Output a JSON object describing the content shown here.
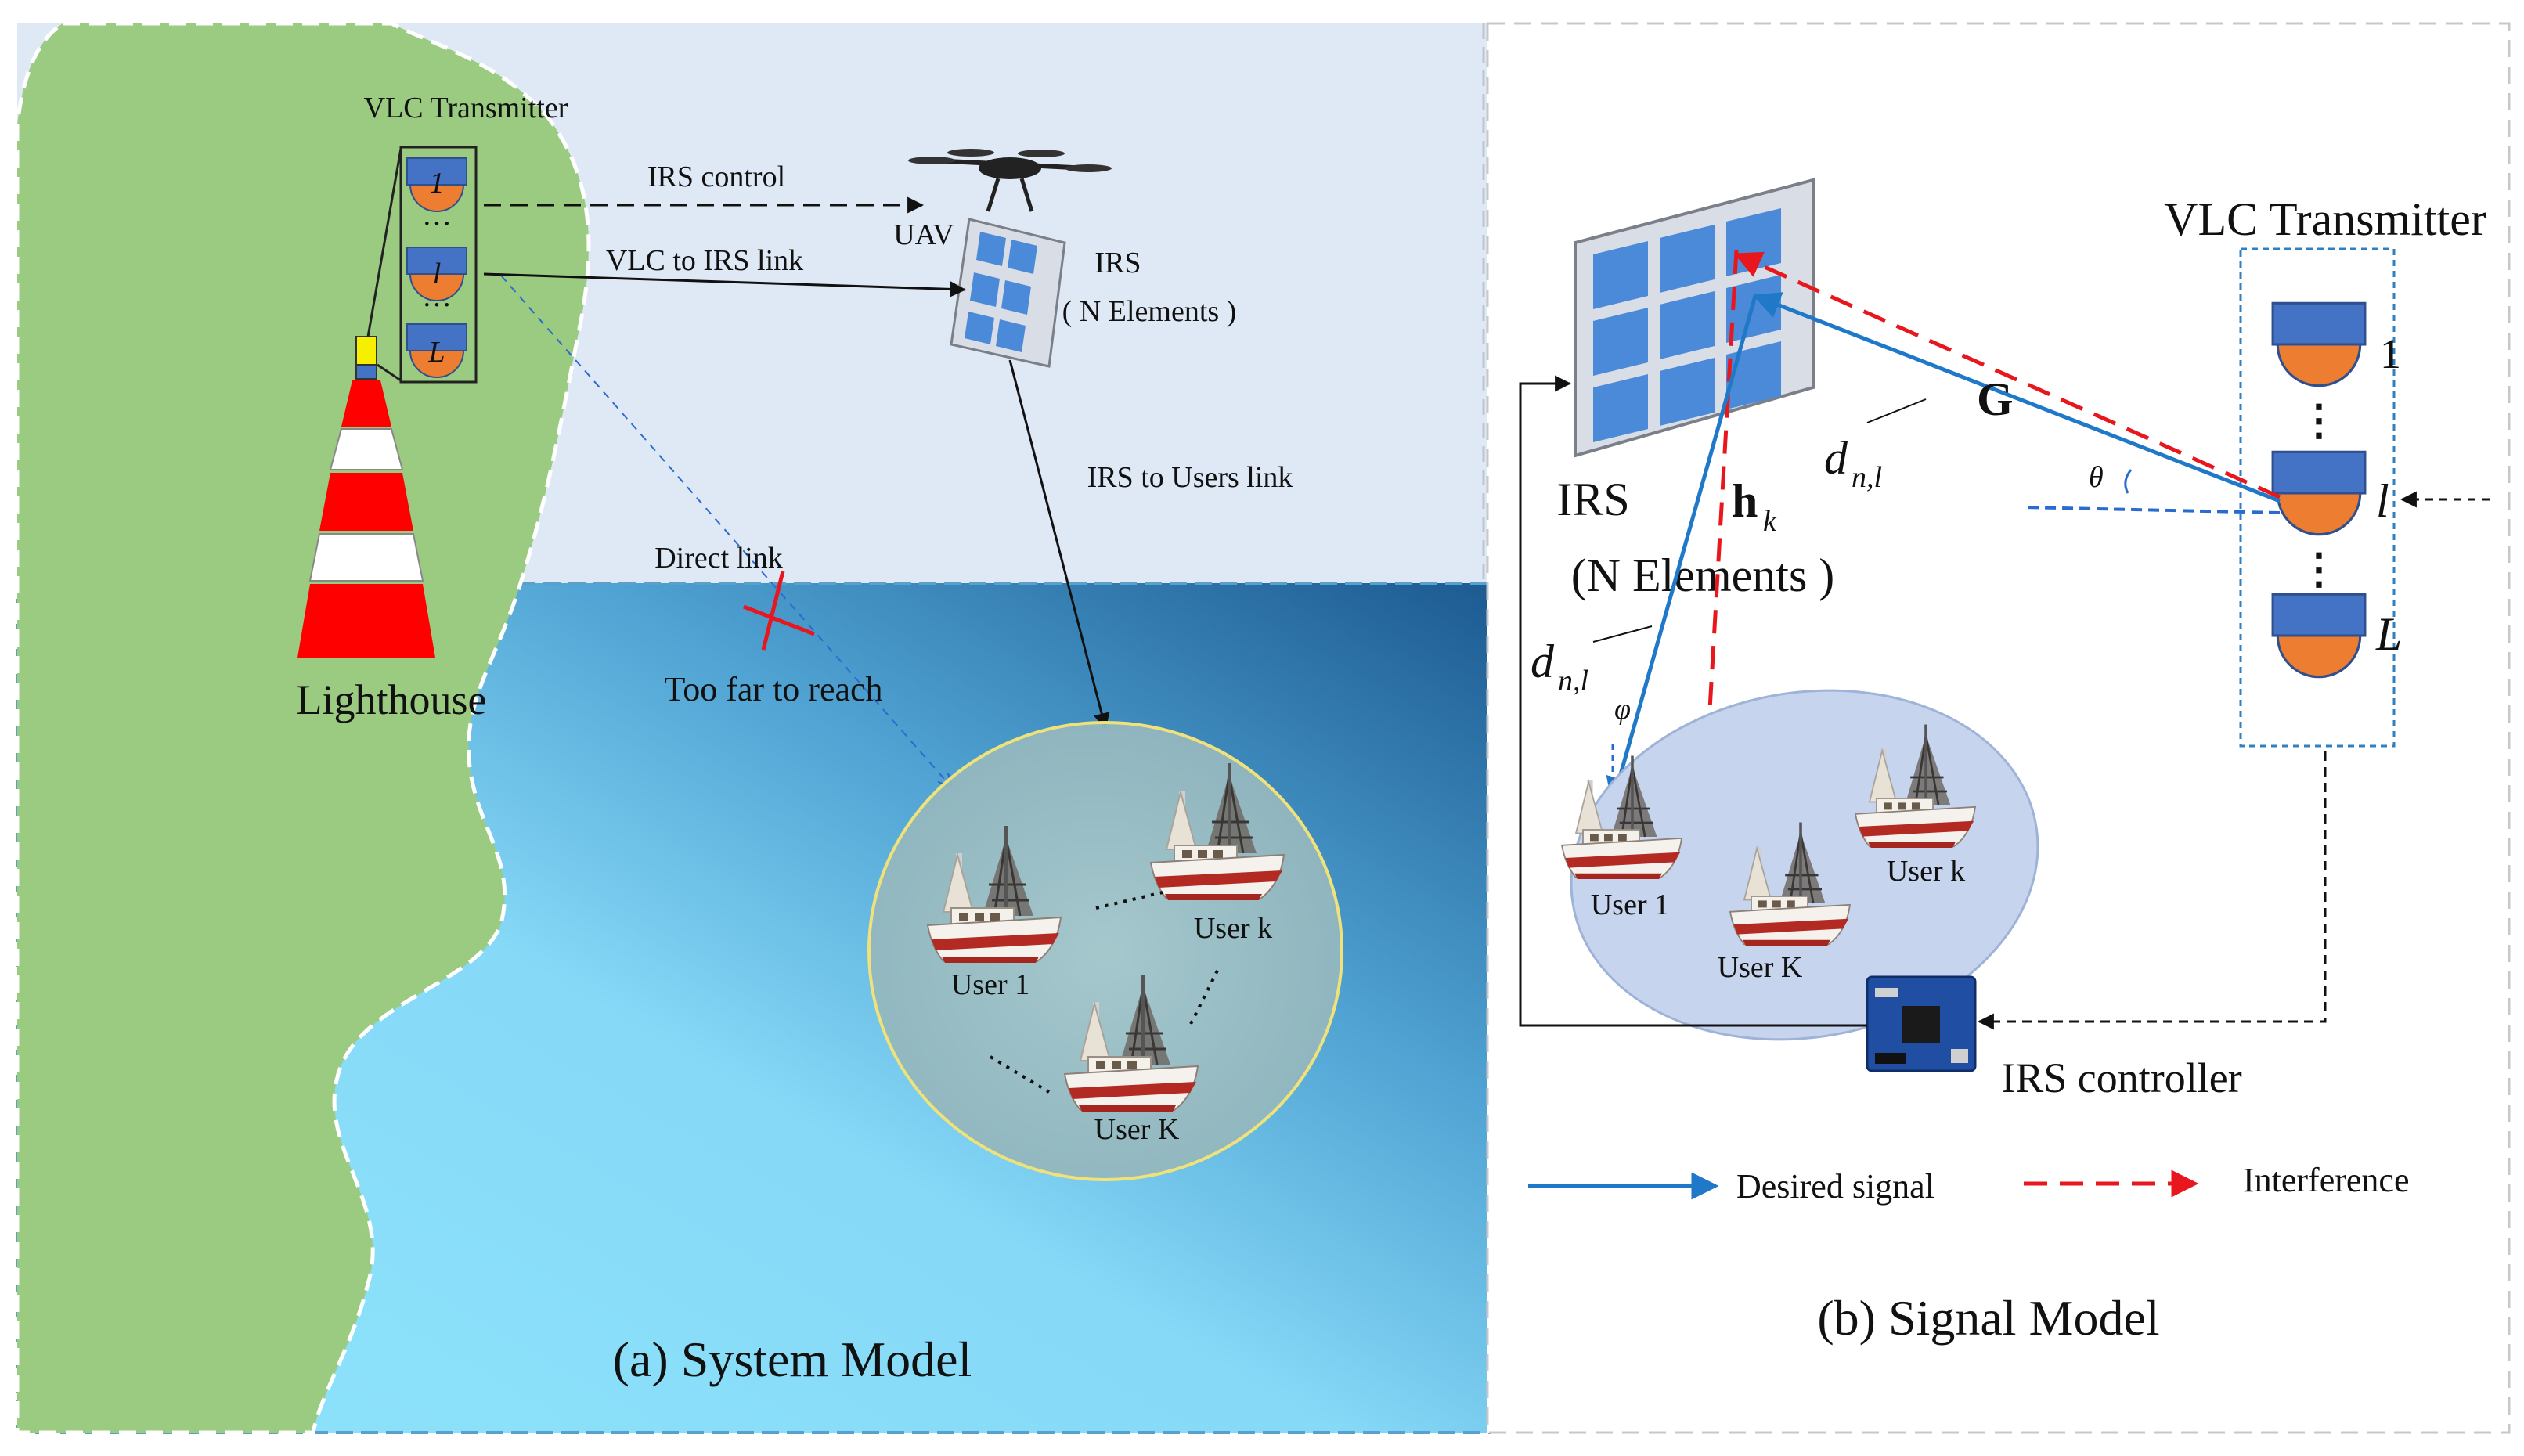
{
  "panel_a": {
    "vlc_transmitter_label": "VLC Transmitter",
    "led_labels": [
      "1",
      "l",
      "L"
    ],
    "dots": "···",
    "irs_control_label": "IRS control",
    "uav_label": "UAV",
    "irs_label": "IRS",
    "irs_elements_label": "(  N   Elements  )",
    "vlc_to_irs_label": "VLC to IRS link",
    "irs_to_users_label": "IRS to Users link",
    "direct_link_label": "Direct link",
    "too_far_label": "Too far to reach",
    "lighthouse_label": "Lighthouse",
    "users": [
      "User 1",
      "User k",
      "User K"
    ],
    "caption": "(a) System Model"
  },
  "panel_b": {
    "vlc_transmitter_label": "VLC Transmitter",
    "led_labels": [
      "1",
      "l",
      "L"
    ],
    "irs_label": "IRS",
    "irs_elements_label": "(N Elements )",
    "g_label": "G",
    "h_label": "h",
    "h_sub": "k",
    "d_label": "d",
    "d_sub": "n,l",
    "theta_label": "θ",
    "phi_label": "φ",
    "users": [
      "User 1",
      "User k",
      "User K"
    ],
    "irs_controller_label": "IRS controller",
    "legend_desired": "Desired signal",
    "legend_interference": "Interference",
    "caption": "(b) Signal Model"
  },
  "colors": {
    "sky": "#dde8f4",
    "sea_light": "#8ee0fa",
    "sea_dark": "#1f5f95",
    "land": "#9bcb80",
    "led_top": "#4472c4",
    "led_bottom": "#ed7d31",
    "desired": "#1f78c8",
    "interference": "#e8171d",
    "ellipse_fill": "#c6d4ee"
  }
}
